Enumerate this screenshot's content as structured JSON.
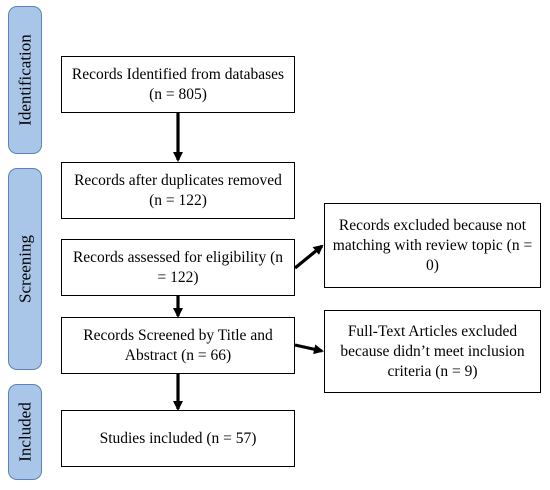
{
  "phases": {
    "identification": "Identification",
    "screening": "Screening",
    "included": "Included"
  },
  "boxes": {
    "identified": "Records Identified from databases (n = 805)",
    "after_duplicates": "Records after duplicates removed (n = 122)",
    "assessed": "Records assessed for eligibility (n = 122)",
    "screened": "Records Screened by Title and Abstract (n = 66)",
    "included": "Studies included (n  = 57)",
    "excluded_topic": "Records excluded because not matching with review topic (n = 0)",
    "excluded_fulltext": "Full-Text Articles excluded because didn’t meet inclusion criteria (n = 9)"
  }
}
